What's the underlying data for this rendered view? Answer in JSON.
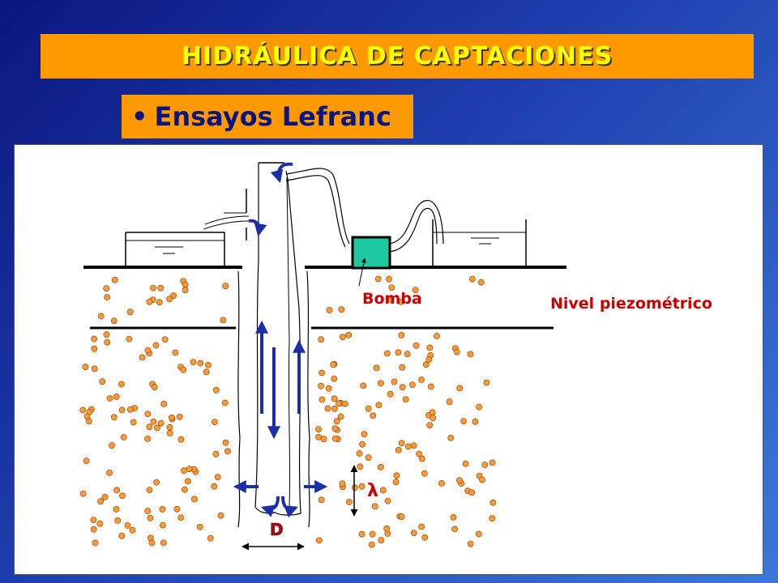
{
  "slide": {
    "title": "HIDRÁULICA DE CAPTACIONES",
    "bullet": "•",
    "subtitle": "Ensayos Lefranc"
  },
  "diagram": {
    "labels": {
      "pump": "Bomba",
      "piezometric_level": "Nivel piezométrico",
      "length_symbol": "λ",
      "diameter": "D"
    },
    "colors": {
      "title_bar": "#ff9900",
      "title_text": "#ffff00",
      "subtitle_text": "#0a1680",
      "label_text": "#cc0000",
      "pump_fill": "#1ec8a0",
      "soil_particles": "#ff9933",
      "flow_arrows": "#1a2fa8"
    }
  }
}
